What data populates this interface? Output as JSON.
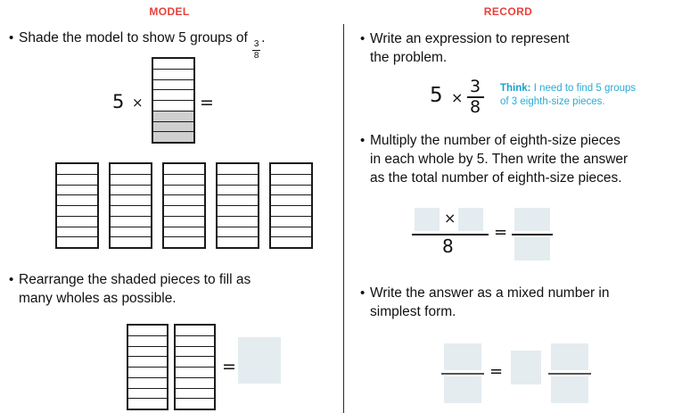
{
  "columns": {
    "model": {
      "header": "MODEL",
      "steps": [
        {
          "bullet": "•",
          "text_before": "Shade the model to show 5 groups of ",
          "fraction": {
            "numerator": "3",
            "denominator": "8"
          },
          "text_after": "."
        },
        {
          "bullet": "•",
          "text_line1": "Rearrange the shaded pieces to fill as",
          "text_line2": "many wholes as possible."
        }
      ],
      "expression": {
        "multiplier": "5",
        "times": "×",
        "equals": "="
      },
      "shaded_model": {
        "total_parts": 8,
        "shaded_parts": 3,
        "shaded_from": "bottom"
      },
      "group_bars": {
        "count": 5,
        "parts_each": 8
      },
      "rearrange_bars": {
        "count": 2,
        "parts_each": 8,
        "equals": "="
      }
    },
    "record": {
      "header": "RECORD",
      "steps": [
        {
          "bullet": "•",
          "text_line1": "Write an expression to represent",
          "text_line2": "the problem."
        },
        {
          "bullet": "•",
          "text_line1": "Multiply the number of eighth-size pieces",
          "text_line2": "in each whole by 5. Then write the answer",
          "text_line3": "as the total number of eighth-size pieces."
        },
        {
          "bullet": "•",
          "text_line1": "Write the answer as a mixed number in",
          "text_line2": "simplest form."
        }
      ],
      "expression": {
        "multiplier": "5",
        "times": "×",
        "numerator": "3",
        "denominator": "8"
      },
      "think": {
        "label": "Think:",
        "line1": " I need to find 5 groups",
        "line2": "of 3 eighth-size pieces."
      },
      "multiply_equation": {
        "times": "×",
        "denominator": "8",
        "equals": "=",
        "numerator_blank": "",
        "multiplicand_blank": "",
        "result_numerator_blank": "",
        "result_denominator_blank": ""
      },
      "mixed_number_equation": {
        "equals": "=",
        "left_numerator_blank": "",
        "left_denominator_blank": "",
        "whole_blank": "",
        "right_numerator_blank": "",
        "right_denominator_blank": ""
      }
    }
  },
  "colors": {
    "header_red": "#e8413c",
    "think_teal": "#29abd4",
    "shade_gray": "#cfcfcf",
    "blank_blue": "#e4ecf0",
    "ink": "#111111"
  }
}
